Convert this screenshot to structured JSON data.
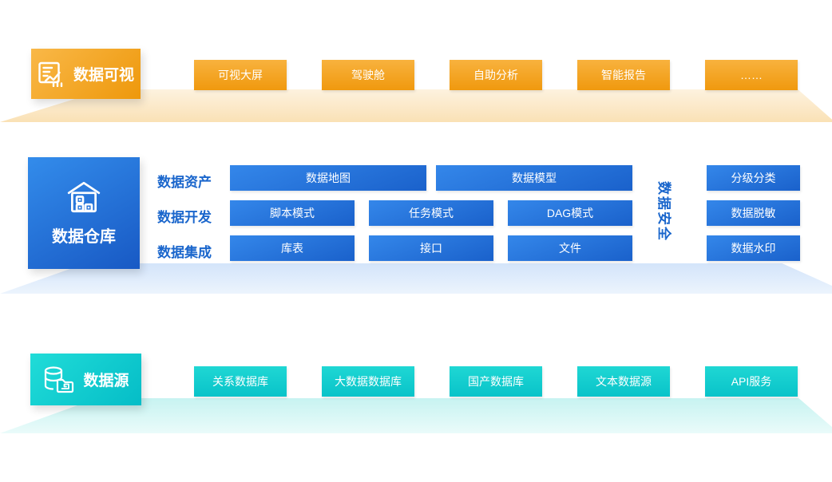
{
  "layers": {
    "visual": {
      "label": "数据可视",
      "icon": "chart-report-icon",
      "items": [
        "可视大屏",
        "驾驶舱",
        "自助分析",
        "智能报告",
        "……"
      ]
    },
    "warehouse": {
      "label": "数据仓库",
      "icon": "warehouse-icon",
      "rows": [
        {
          "label": "数据资产",
          "items": [
            "数据地图",
            "数据模型"
          ]
        },
        {
          "label": "数据开发",
          "items": [
            "脚本模式",
            "任务模式",
            "DAG模式"
          ]
        },
        {
          "label": "数据集成",
          "items": [
            "库表",
            "接口",
            "文件"
          ]
        }
      ],
      "security": {
        "label": "数据安全",
        "items": [
          "分级分类",
          "数据脱敏",
          "数据水印"
        ]
      }
    },
    "source": {
      "label": "数据源",
      "icon": "database-folder-icon",
      "items": [
        "关系数据库",
        "大数据数据库",
        "国产数据库",
        "文本数据源",
        "API服务"
      ]
    }
  },
  "colors": {
    "orange": "#f5a01d",
    "blue": "#1e6bd6",
    "cyan": "#0fccce"
  }
}
